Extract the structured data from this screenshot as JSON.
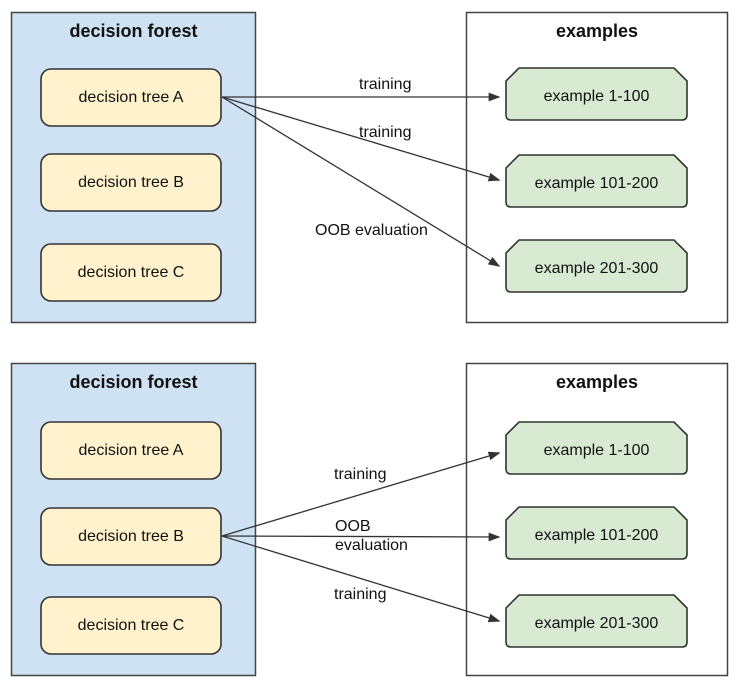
{
  "colors": {
    "forest_fill": "#cfe2f3",
    "examples_fill": "#ffffff",
    "tree_fill": "#fff2cc",
    "example_fill": "#d9ead3",
    "node_stroke": "#333333",
    "container_stroke": "#444444",
    "arrow_color": "#333333"
  },
  "panels": [
    {
      "forest": {
        "title": "decision forest",
        "trees": [
          "decision tree A",
          "decision tree B",
          "decision tree C"
        ]
      },
      "examples": {
        "title": "examples",
        "items": [
          "example 1-100",
          "example 101-200",
          "example 201-300"
        ]
      },
      "arrows": [
        {
          "from": "decision tree A",
          "to": "example 1-100",
          "label": "training"
        },
        {
          "from": "decision tree A",
          "to": "example 101-200",
          "label": "training"
        },
        {
          "from": "decision tree A",
          "to": "example 201-300",
          "label": "OOB evaluation"
        }
      ]
    },
    {
      "forest": {
        "title": "decision forest",
        "trees": [
          "decision tree A",
          "decision tree B",
          "decision tree C"
        ]
      },
      "examples": {
        "title": "examples",
        "items": [
          "example 1-100",
          "example 101-200",
          "example 201-300"
        ]
      },
      "arrows": [
        {
          "from": "decision tree B",
          "to": "example 1-100",
          "label": "training"
        },
        {
          "from": "decision tree B",
          "to": "example 101-200",
          "label": "OOB\nevaluation"
        },
        {
          "from": "decision tree B",
          "to": "example 201-300",
          "label": "training"
        }
      ]
    }
  ]
}
